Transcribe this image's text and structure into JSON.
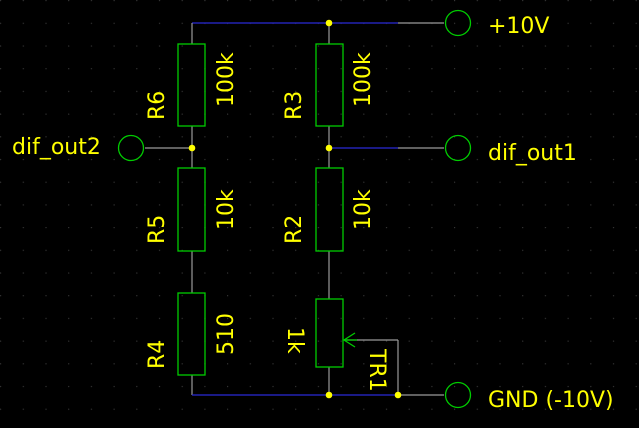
{
  "components": {
    "R6": {
      "name": "R6",
      "value": "100k"
    },
    "R5": {
      "name": "R5",
      "value": "10k"
    },
    "R4": {
      "name": "R4",
      "value": "510"
    },
    "R3": {
      "name": "R3",
      "value": "100k"
    },
    "R2": {
      "name": "R2",
      "value": "10k"
    },
    "TR1": {
      "name": "TR1",
      "value": "1k"
    }
  },
  "ports": {
    "vplus": "+10V",
    "dif_out2": "dif_out2",
    "dif_out1": "dif_out1",
    "gnd": "GND (-10V)"
  },
  "colors": {
    "background": "#000000",
    "wire": "#2a2ad6",
    "body": "#00cc00",
    "grid": "#3a3a3a",
    "label": "#ffff00",
    "junction": "#ffff00"
  }
}
